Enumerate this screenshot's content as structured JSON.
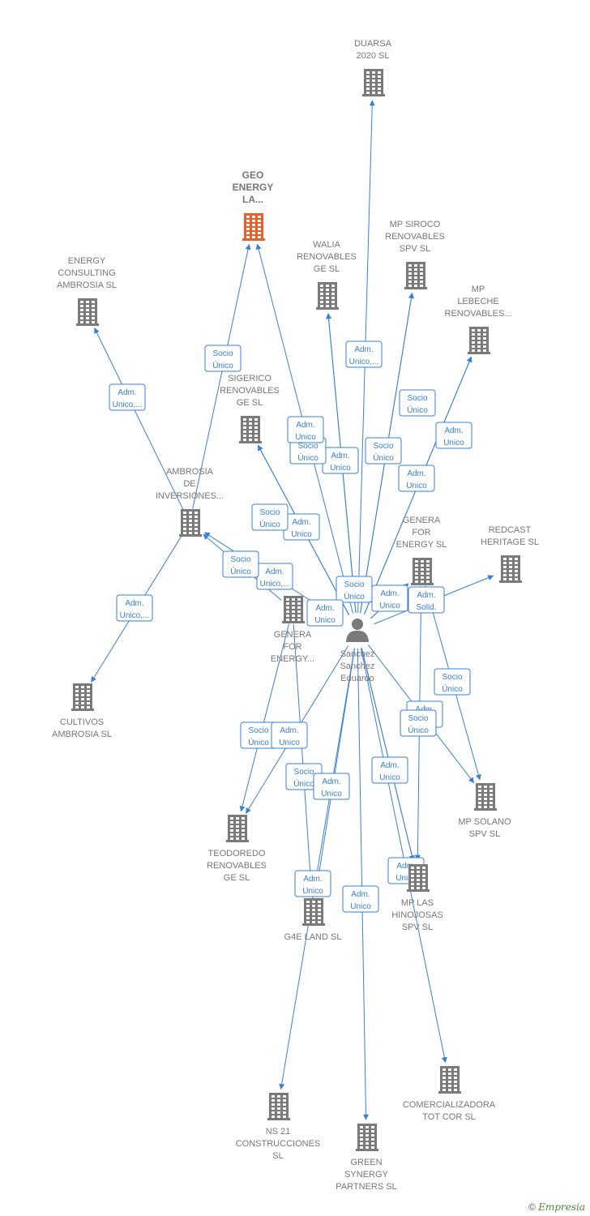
{
  "colors": {
    "edge": "#3a7fd5",
    "building": "#7a7a7a",
    "focus": "#e8602c",
    "label": "#777777"
  },
  "person": {
    "id": "p",
    "lines": [
      "Sanchez",
      "Sanchez",
      "Eduardo"
    ],
    "icon": "person-icon"
  },
  "nodes": [
    {
      "id": "duarsa",
      "lines": [
        "DUARSA",
        "2020  SL"
      ],
      "icon": "building-icon"
    },
    {
      "id": "geo",
      "lines": [
        "GEO",
        "ENERGY",
        "LA..."
      ],
      "icon": "building-icon",
      "focus": true
    },
    {
      "id": "siroco",
      "lines": [
        "MP SIROCO",
        "RENOVABLES",
        "SPV  SL"
      ],
      "icon": "building-icon"
    },
    {
      "id": "walia",
      "lines": [
        "WALIA",
        "RENOVABLES",
        "GE  SL"
      ],
      "icon": "building-icon"
    },
    {
      "id": "energyc",
      "lines": [
        "ENERGY",
        "CONSULTING",
        "AMBROSIA  SL"
      ],
      "icon": "building-icon"
    },
    {
      "id": "lebeche",
      "lines": [
        "MP",
        "LEBECHE",
        "RENOVABLES..."
      ],
      "icon": "building-icon"
    },
    {
      "id": "sigerico",
      "lines": [
        "SIGERICO",
        "RENOVABLES",
        "GE  SL"
      ],
      "icon": "building-icon"
    },
    {
      "id": "ambrosia",
      "lines": [
        "AMBROSIA",
        "DE",
        "INVERSIONES..."
      ],
      "icon": "building-icon"
    },
    {
      "id": "generafor",
      "lines": [
        "GENERA",
        "FOR",
        "ENERGY  SL"
      ],
      "icon": "building-icon"
    },
    {
      "id": "redcast",
      "lines": [
        "REDCAST",
        "HERITAGE  SL"
      ],
      "icon": "building-icon"
    },
    {
      "id": "generafor2",
      "lines": [
        "GENERA",
        "FOR",
        "ENERGY..."
      ],
      "icon": "building-icon"
    },
    {
      "id": "cultivos",
      "lines": [
        "CULTIVOS",
        "AMBROSIA  SL"
      ],
      "icon": "building-icon"
    },
    {
      "id": "solano",
      "lines": [
        "MP SOLANO",
        "SPV  SL"
      ],
      "icon": "building-icon"
    },
    {
      "id": "teodoredo",
      "lines": [
        "TEODOREDO",
        "RENOVABLES",
        "GE  SL"
      ],
      "icon": "building-icon"
    },
    {
      "id": "hinojosas",
      "lines": [
        "MP LAS",
        "HINOJOSAS",
        "SPV  SL"
      ],
      "icon": "building-icon"
    },
    {
      "id": "g4e",
      "lines": [
        "G4E LAND  SL"
      ],
      "icon": "building-icon"
    },
    {
      "id": "comercial",
      "lines": [
        "COMERCIALIZADORA",
        "TOT COR  SL"
      ],
      "icon": "building-icon"
    },
    {
      "id": "ns21",
      "lines": [
        "NS 21",
        "CONSTRUCCIONES",
        "SL"
      ],
      "icon": "building-icon"
    },
    {
      "id": "green",
      "lines": [
        "GREEN",
        "SYNERGY",
        "PARTNERS  SL"
      ],
      "icon": "building-icon"
    }
  ],
  "edges": [
    {
      "from": "p",
      "to": "duarsa",
      "label": [
        "Adm.",
        "Unico,..."
      ]
    },
    {
      "from": "p",
      "to": "siroco",
      "label": [
        "Adm.",
        "Unico"
      ]
    },
    {
      "from": "p",
      "to": "siroco",
      "label": [
        "Socio",
        "Único"
      ]
    },
    {
      "from": "p",
      "to": "lebeche",
      "label": [
        "Adm.",
        "Unico"
      ]
    },
    {
      "from": "p",
      "to": "lebeche",
      "label": [
        "Socio",
        "Único"
      ]
    },
    {
      "from": "p",
      "to": "walia",
      "label": [
        "Adm.",
        "Unico"
      ]
    },
    {
      "from": "p",
      "to": "walia",
      "label": [
        "Socio",
        "Único"
      ]
    },
    {
      "from": "p",
      "to": "geo",
      "label": [
        "Adm.",
        "Unico"
      ]
    },
    {
      "from": "ambrosia",
      "to": "geo",
      "label": [
        "Socio",
        "Único"
      ]
    },
    {
      "from": "ambrosia",
      "to": "energyc",
      "label": [
        "Adm.",
        "Unico,..."
      ]
    },
    {
      "from": "ambrosia",
      "to": "cultivos",
      "label": [
        "Adm.",
        "Unico,..."
      ]
    },
    {
      "from": "p",
      "to": "sigerico",
      "label": [
        "Adm.",
        "Unico"
      ]
    },
    {
      "from": "p",
      "to": "sigerico",
      "label": [
        "Socio",
        "Único"
      ]
    },
    {
      "from": "p",
      "to": "ambrosia",
      "label": [
        "Adm.",
        "Unico,..."
      ]
    },
    {
      "from": "generafor2",
      "to": "ambrosia",
      "label": [
        "Socio",
        "Único"
      ]
    },
    {
      "from": "p",
      "to": "generafor",
      "label": [
        "Socio",
        "Único"
      ]
    },
    {
      "from": "p",
      "to": "generafor",
      "label": [
        "Adm.",
        "Unico"
      ]
    },
    {
      "from": "p",
      "to": "redcast",
      "label": [
        "Adm.",
        "Solid."
      ]
    },
    {
      "from": "p",
      "to": "generafor2",
      "label": [
        "Adm.",
        "Unico"
      ]
    },
    {
      "from": "generafor",
      "to": "solano",
      "label": [
        "Socio",
        "Único"
      ]
    },
    {
      "from": "p",
      "to": "solano",
      "label": [
        "Adm.",
        "Unico"
      ]
    },
    {
      "from": "generafor",
      "to": "hinojosas",
      "label": [
        "Socio",
        "Único"
      ]
    },
    {
      "from": "p",
      "to": "hinojosas",
      "label": [
        "Adm.",
        "Unico"
      ]
    },
    {
      "from": "p",
      "to": "hinojosas",
      "label": [
        "Adm.",
        "Unico"
      ]
    },
    {
      "from": "generafor2",
      "to": "teodoredo",
      "label": [
        "Socio",
        "Único"
      ]
    },
    {
      "from": "p",
      "to": "teodoredo",
      "label": [
        "Adm.",
        "Unico"
      ]
    },
    {
      "from": "generafor2",
      "to": "g4e",
      "label": [
        "Socio",
        "Único"
      ]
    },
    {
      "from": "p",
      "to": "g4e",
      "label": [
        "Adm.",
        "Unico"
      ]
    },
    {
      "from": "p",
      "to": "ns21",
      "label": [
        "Adm.",
        "Unico"
      ]
    },
    {
      "from": "p",
      "to": "green",
      "label": [
        "Adm.",
        "Unico"
      ]
    },
    {
      "from": "p",
      "to": "comercial",
      "label": []
    }
  ],
  "footer": {
    "copyright": "©",
    "brand": "Empresia"
  }
}
